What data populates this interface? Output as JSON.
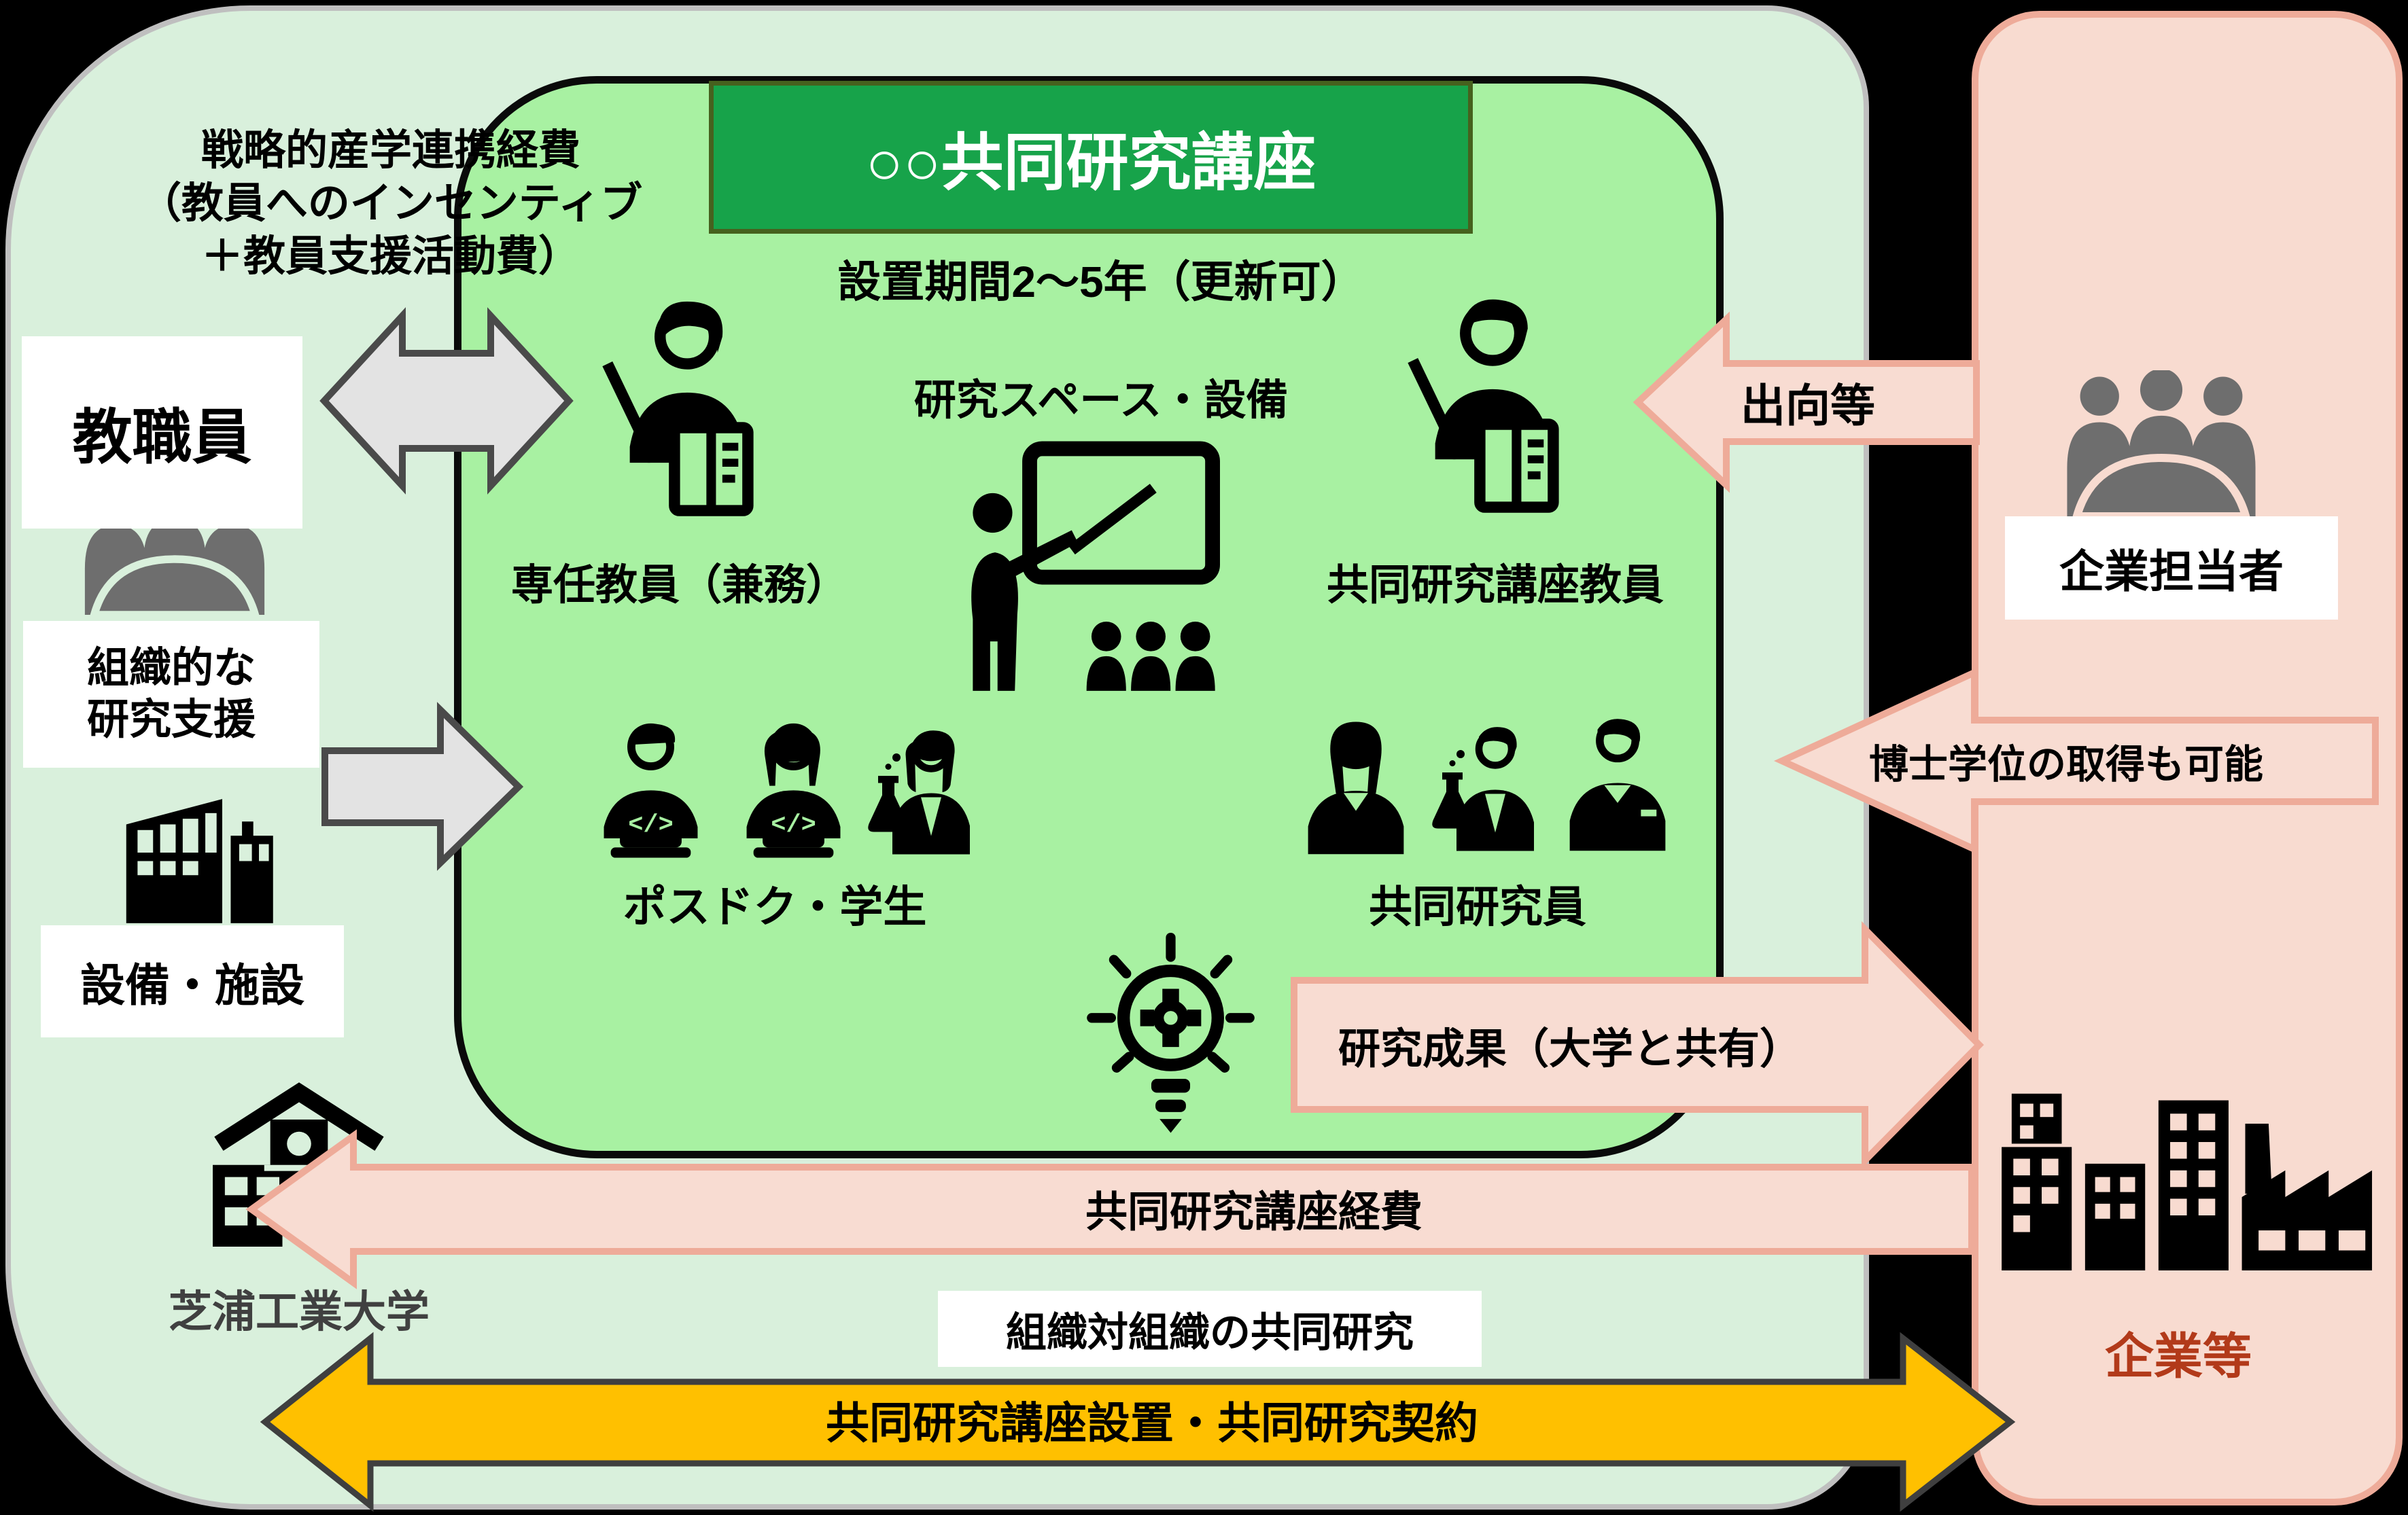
{
  "header": {
    "title": "○○共同研究講座",
    "subtitle": "設置期間2～5年（更新可）"
  },
  "university": {
    "strategic_expense": "戦略的産学連携経費\n（教員へのインセンティブ\n＋教員支援活動費）",
    "staff_label": "教職員",
    "org_support_label": "組織的な\n研究支援",
    "facilities_label": "設備・施設",
    "name": "芝浦工業大学"
  },
  "course": {
    "space_label": "研究スペース・設備",
    "lecturer_left": "専任教員（兼務）",
    "lecturer_right": "共同研究講座教員",
    "postdoc_label": "ポスドク・学生",
    "researcher_label": "共同研究員"
  },
  "company": {
    "contact_label": "企業担当者",
    "name": "企業等"
  },
  "arrows": {
    "secondment": "出向等",
    "phd": "博士学位の取得も可能",
    "results": "研究成果（大学と共有）",
    "expense": "共同研究講座経費",
    "org_research": "組織対組織の共同研究",
    "contract": "共同研究講座設置・共同研究契約"
  },
  "icons": {
    "code_glyph": "</>",
    "meeting_icon": "group around table",
    "teacher_icon": "teacher with pointer and book",
    "presenter_icon": "presenter at whiteboard with audience",
    "laptop_person_icon": "person coding on laptop",
    "scientist_icon": "scientist with flask",
    "suit_person_icon": "business person",
    "building_icon": "modern building",
    "school_icon": "university building",
    "skyline_icon": "company buildings and factory",
    "bulb_icon": "idea lightbulb with gear"
  },
  "colors": {
    "background": "#000000",
    "university_panel": "#d9f0dc",
    "university_border": "#bfbfbf",
    "course_box": "#a8f1a2",
    "course_border": "#0a0a0a",
    "header_fill": "#17a34a",
    "header_border": "#46611e",
    "company_panel": "#f8dbd0",
    "company_border": "#eeab99",
    "pink_arrow_fill": "#f8dcd2",
    "pink_arrow_border": "#eeab99",
    "gray_arrow_fill": "#e3e3e3",
    "gray_arrow_border": "#4a4a4a",
    "orange_arrow_fill": "#ffc000",
    "orange_arrow_border": "#3f3f3f",
    "company_text": "#b23a1a",
    "university_text": "#404040"
  }
}
